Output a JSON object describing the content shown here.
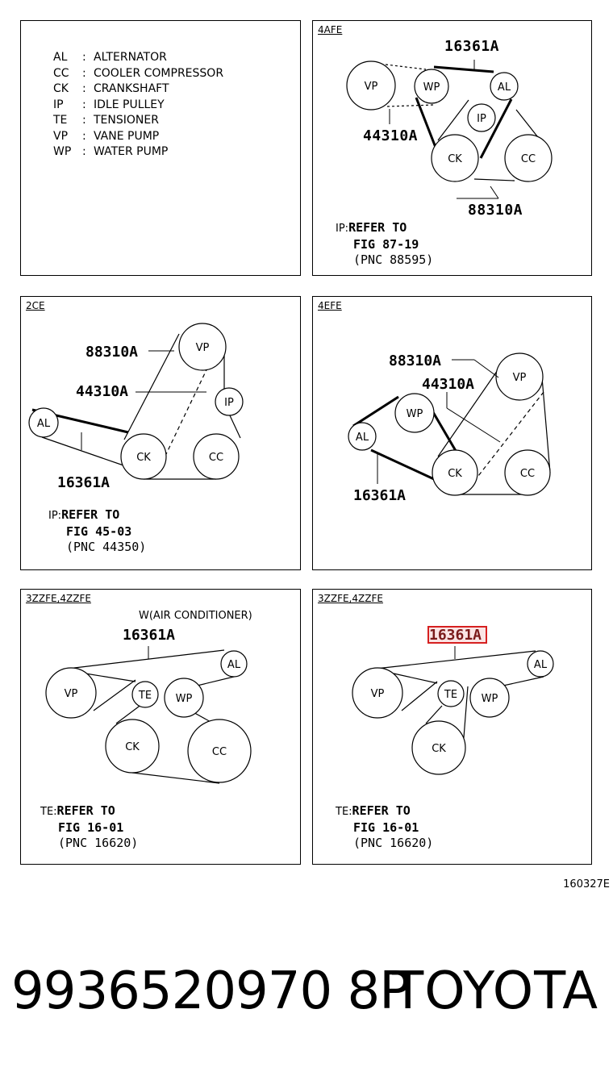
{
  "legend": [
    {
      "abbr": "AL",
      "name": "ALTERNATOR"
    },
    {
      "abbr": "CC",
      "name": "COOLER COMPRESSOR"
    },
    {
      "abbr": "CK",
      "name": "CRANKSHAFT"
    },
    {
      "abbr": "IP",
      "name": "IDLE PULLEY"
    },
    {
      "abbr": "TE",
      "name": "TENSIONER"
    },
    {
      "abbr": "VP",
      "name": "VANE PUMP"
    },
    {
      "abbr": "WP",
      "name": "WATER PUMP"
    }
  ],
  "legend_sep": ":",
  "panels": {
    "p4afe": {
      "title": "4AFE",
      "parts": [
        "16361A",
        "44310A",
        "88310A"
      ],
      "pulleys": [
        "VP",
        "WP",
        "AL",
        "IP",
        "CK",
        "CC"
      ],
      "ref": {
        "prefix": "IP:",
        "line1": "REFER TO",
        "line2": "FIG 87-19",
        "line3": "(PNC 88595)"
      }
    },
    "p2ce": {
      "title": "2CE",
      "parts": [
        "88310A",
        "44310A",
        "16361A"
      ],
      "pulleys": [
        "VP",
        "IP",
        "AL",
        "CK",
        "CC"
      ],
      "ref": {
        "prefix": "IP:",
        "line1": "REFER TO",
        "line2": "FIG 45-03",
        "line3": "(PNC 44350)"
      }
    },
    "p4efe": {
      "title": "4EFE",
      "parts": [
        "88310A",
        "44310A",
        "16361A"
      ],
      "pulleys": [
        "VP",
        "WP",
        "AL",
        "CK",
        "CC"
      ]
    },
    "p3zz1": {
      "title": "3ZZFE,4ZZFE",
      "note": "W(AIR CONDITIONER)",
      "parts": [
        "16361A"
      ],
      "pulleys": [
        "AL",
        "VP",
        "TE",
        "WP",
        "CK",
        "CC"
      ],
      "ref": {
        "prefix": "TE:",
        "line1": "REFER TO",
        "line2": "FIG 16-01",
        "line3": "(PNC 16620)"
      }
    },
    "p3zz2": {
      "title": "3ZZFE,4ZZFE",
      "parts": [
        "16361A"
      ],
      "pulleys": [
        "AL",
        "VP",
        "TE",
        "WP",
        "CK"
      ],
      "ref": {
        "prefix": "TE:",
        "line1": "REFER TO",
        "line2": "FIG 16-01",
        "line3": "(PNC 16620)"
      }
    }
  },
  "figure_id": "160327E",
  "footer": {
    "part_number": "9936520970 8P",
    "brand": "TOYOTA"
  },
  "colors": {
    "line": "#000000",
    "highlight": "#d62020"
  }
}
